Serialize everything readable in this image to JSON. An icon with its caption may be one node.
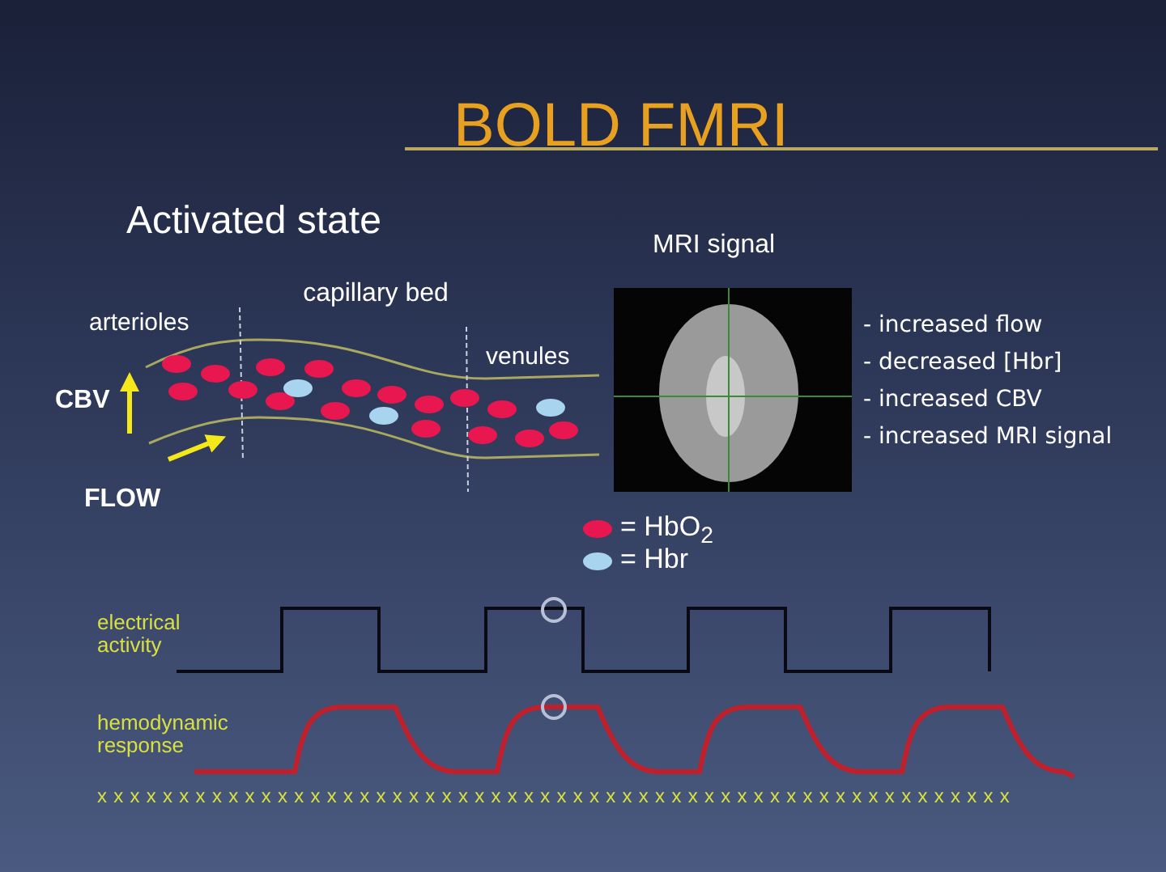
{
  "diagram": {
    "title": "BOLD FMRI",
    "labels": [
      "Activated state",
      "arterioles",
      "capillary bed",
      "venules",
      "CBV",
      "FLOW",
      "MRI signal",
      "- increased flow",
      "- decreased [Hbr]",
      "- increased CBV",
      "- increased MRI signal",
      "electrical activity",
      "hemodynamic response",
      "x x x x x x x x x x x x x x x x x x x x x x x x x x x x x x x x x x x x x x x x x x x x x x x x x x x x x x x x"
    ],
    "legend": [
      {
        "text": "= HbO$_{2}$",
        "color": "#e8174f"
      },
      {
        "text": "= Hbr",
        "color": "#a8d4f0"
      }
    ]
  }
}
